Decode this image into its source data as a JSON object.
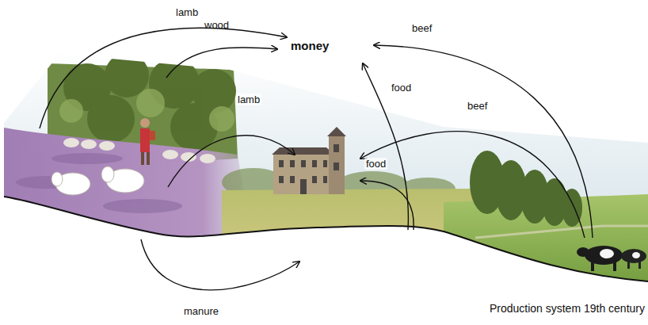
{
  "diagram": {
    "caption": "Production system 19th century",
    "labels": [
      "lamb",
      "wood",
      "money",
      "beef",
      "food",
      "lamb",
      "food",
      "beef",
      "manure"
    ]
  }
}
